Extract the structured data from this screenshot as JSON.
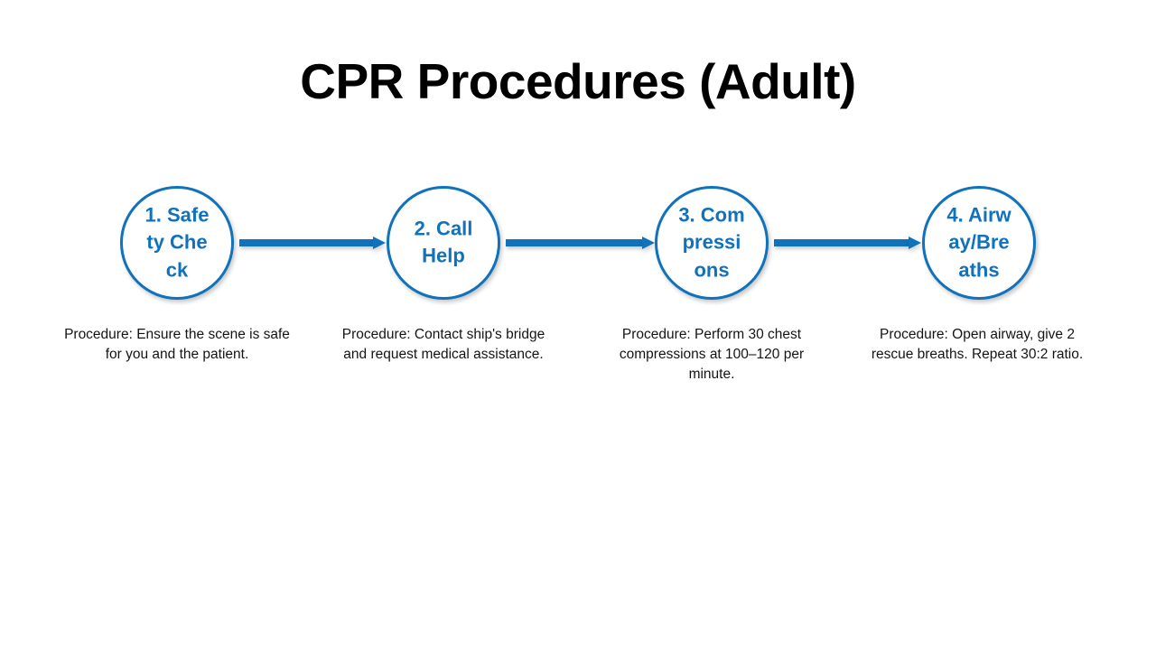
{
  "slide": {
    "title": "CPR Procedures (Adult)",
    "background_color": "#ffffff",
    "accent_color": "#1072ba",
    "text_color": "#141414"
  },
  "flow": {
    "type": "linear-process",
    "connector_icon": "arrow-right-icon",
    "steps": [
      {
        "number": "1.",
        "label": "1. Safety Check",
        "caption": "Procedure: Ensure the scene is safe for you and the patient."
      },
      {
        "number": "2.",
        "label": "2. Call Help",
        "caption": "Procedure: Contact ship's bridge and request medical assistance."
      },
      {
        "number": "3.",
        "label": "3. Compressions",
        "caption": "Procedure: Perform 30 chest compressions at 100–120 per minute."
      },
      {
        "number": "4.",
        "label": "4. Airway/Breaths",
        "caption": "Procedure: Open airway, give 2 rescue breaths. Repeat 30:2 ratio."
      }
    ]
  }
}
